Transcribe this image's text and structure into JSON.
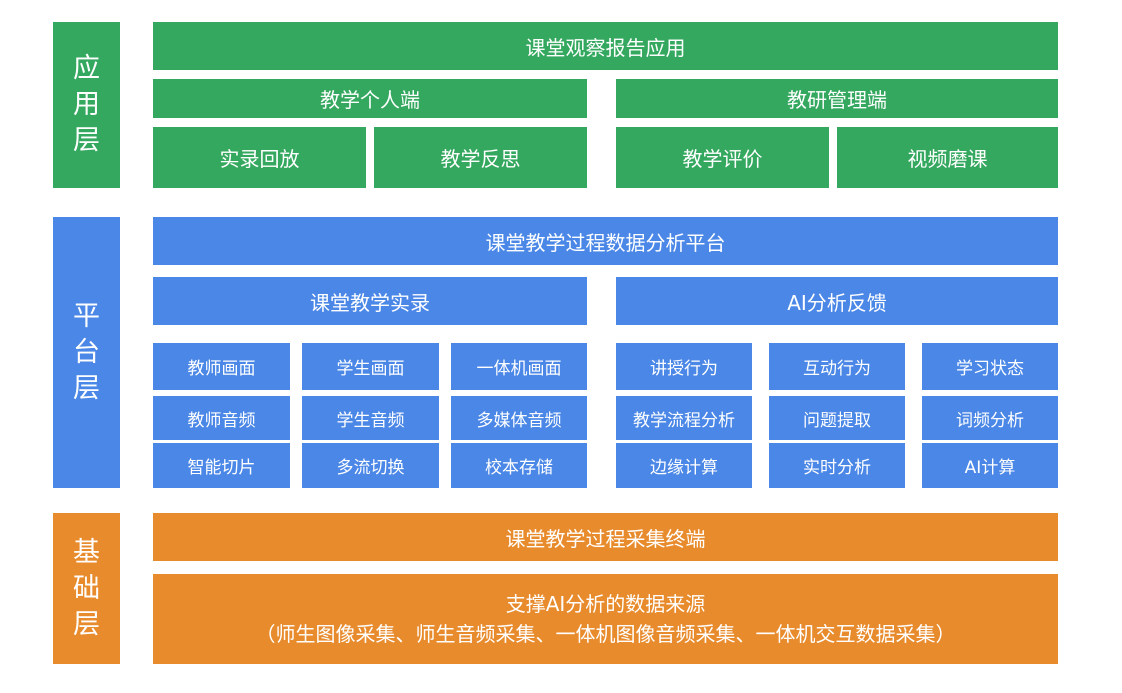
{
  "layers": {
    "application": {
      "side_label": [
        "应",
        "用",
        "层"
      ],
      "title": "课堂观察报告应用",
      "groups": [
        {
          "title": "教学个人端",
          "items": [
            "实录回放",
            "教学反思"
          ]
        },
        {
          "title": "教研管理端",
          "items": [
            "教学评价",
            "视频磨课"
          ]
        }
      ]
    },
    "platform": {
      "side_label": [
        "平",
        "台",
        "层"
      ],
      "title": "课堂教学过程数据分析平台",
      "groups": [
        {
          "title": "课堂教学实录",
          "items": [
            "教师画面",
            "学生画面",
            "一体机画面",
            "教师音频",
            "学生音频",
            "多媒体音频",
            "智能切片",
            "多流切换",
            "校本存储"
          ]
        },
        {
          "title": "AI分析反馈",
          "items": [
            "讲授行为",
            "互动行为",
            "学习状态",
            "教学流程分析",
            "问题提取",
            "词频分析",
            "边缘计算",
            "实时分析",
            "AI计算"
          ]
        }
      ]
    },
    "foundation": {
      "side_label": [
        "基",
        "础",
        "层"
      ],
      "title": "课堂教学过程采集终端",
      "source_title": "支撑AI分析的数据来源",
      "source_detail": "（师生图像采集、师生音频采集、一体机图像音频采集、一体机交互数据采集）"
    }
  },
  "colors": {
    "application": "#34a85f",
    "platform": "#4a87e6",
    "foundation": "#e88b2c"
  }
}
